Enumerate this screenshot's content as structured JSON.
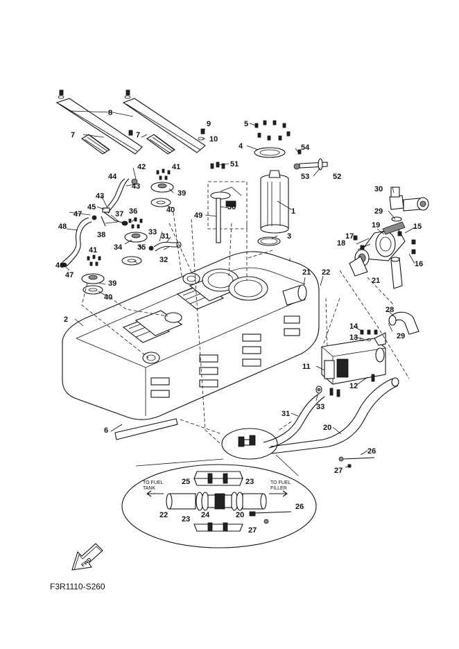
{
  "diagram_code": "F3R1110-S260",
  "fwd_badge": "FWD",
  "inset": {
    "left_note_line1": "TO FUEL",
    "left_note_line2": "TANK",
    "right_note_line1": "TO FUEL",
    "right_note_line2": "FILLER"
  },
  "callouts": {
    "c1": "1",
    "c2": "2",
    "c3": "3",
    "c4": "4",
    "c5": "5",
    "c6": "6",
    "c7a": "7",
    "c7b": "7",
    "c8": "8",
    "c9": "9",
    "c10": "10",
    "c11": "11",
    "c12": "12",
    "c13": "13",
    "c14": "14",
    "c15": "15",
    "c16": "16",
    "c17": "17",
    "c18": "18",
    "c19": "19",
    "c20": "20",
    "c20b": "20",
    "c21a": "21",
    "c21b": "21",
    "c22": "22",
    "c22b": "22",
    "c23a": "23",
    "c23b": "23",
    "c24": "24",
    "c25": "25",
    "c26": "26",
    "c26b": "26",
    "c27": "27",
    "c27b": "27",
    "c28": "28",
    "c29a": "29",
    "c29b": "29",
    "c30": "30",
    "c31a": "31",
    "c31b": "31",
    "c32": "32",
    "c33a": "33",
    "c33b": "33",
    "c34": "34",
    "c35": "35",
    "c36": "36",
    "c37": "37",
    "c38": "38",
    "c39a": "39",
    "c39b": "39",
    "c40a": "40",
    "c40b": "40",
    "c41a": "41",
    "c41b": "41",
    "c42": "42",
    "c43a": "43",
    "c43b": "43",
    "c44": "44",
    "c45": "45",
    "c46": "46",
    "c47a": "47",
    "c47b": "47",
    "c48": "48",
    "c49": "49",
    "c50": "50",
    "c51": "51",
    "c52": "52",
    "c53": "53",
    "c54": "54"
  }
}
